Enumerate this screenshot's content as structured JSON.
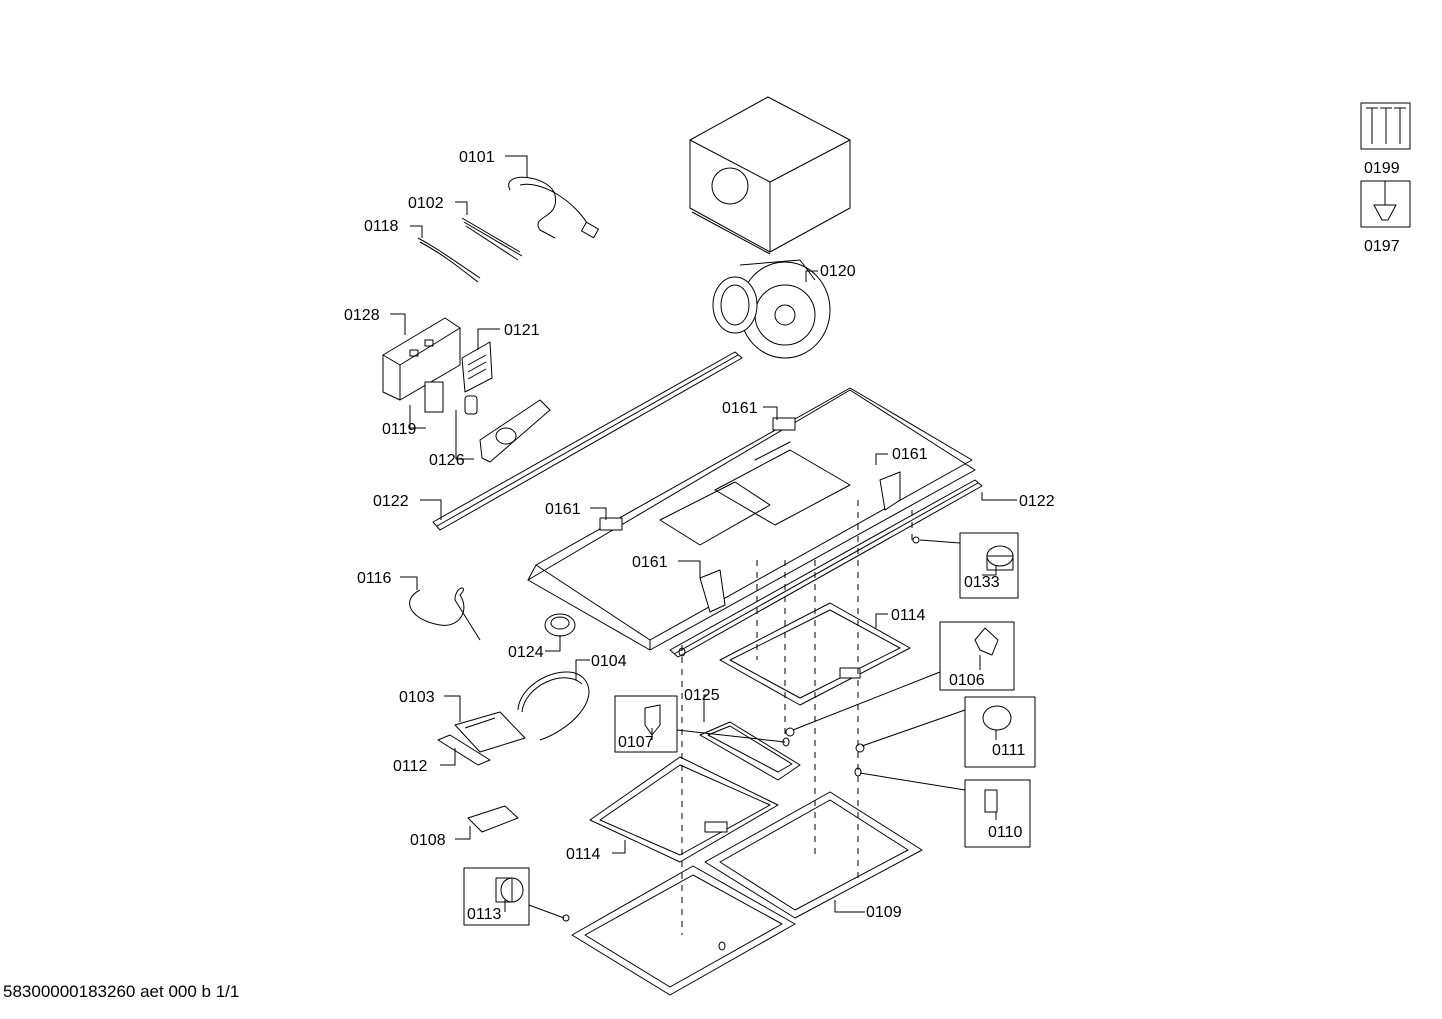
{
  "diagram": {
    "labels": {
      "p0101": "0101",
      "p0102": "0102",
      "p0118": "0118",
      "p0120": "0120",
      "p0128": "0128",
      "p0121": "0121",
      "p0119": "0119",
      "p0126": "0126",
      "p0161a": "0161",
      "p0161b": "0161",
      "p0161c": "0161",
      "p0161d": "0161",
      "p0122a": "0122",
      "p0122b": "0122",
      "p0116": "0116",
      "p0124": "0124",
      "p0104": "0104",
      "p0133": "0133",
      "p0114a": "0114",
      "p0114b": "0114",
      "p0106": "0106",
      "p0103": "0103",
      "p0125": "0125",
      "p0107": "0107",
      "p0112": "0112",
      "p0111": "0111",
      "p0110": "0110",
      "p0108": "0108",
      "p0113": "0113",
      "p0109": "0109",
      "p0199": "0199",
      "p0197": "0197"
    }
  },
  "footer": {
    "code": "58300000183260 aet 000 b 1/1"
  }
}
